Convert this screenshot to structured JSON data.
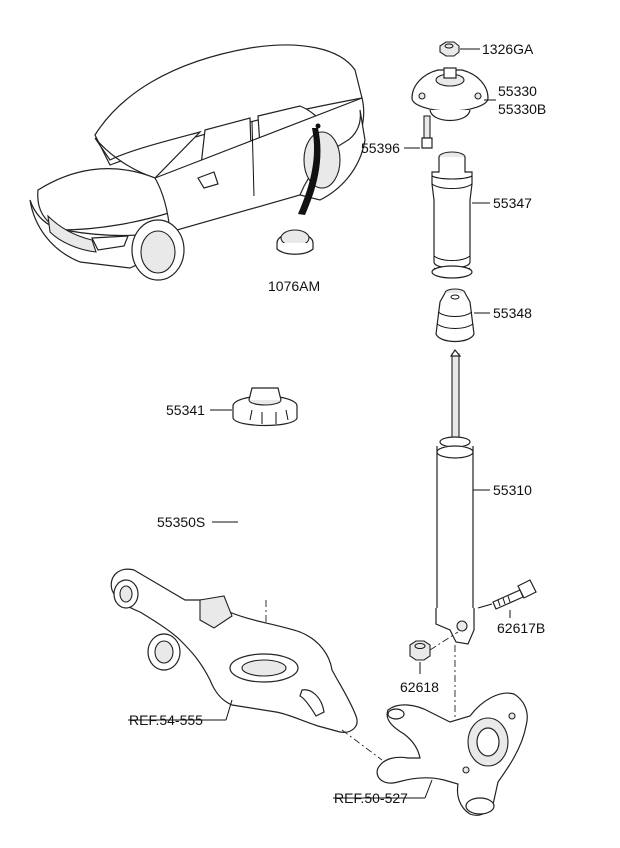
{
  "labels": {
    "p1326ga": "1326GA",
    "p55330": "55330",
    "p55330b": "55330B",
    "p55396": "55396",
    "p55347": "55347",
    "p1076am": "1076AM",
    "p55348": "55348",
    "p55341": "55341",
    "p55350s": "55350S",
    "p55310": "55310",
    "p62617b": "62617B",
    "p62618": "62618",
    "ref_54_555": "REF.54-555",
    "ref_50_527": "REF.50-527"
  }
}
